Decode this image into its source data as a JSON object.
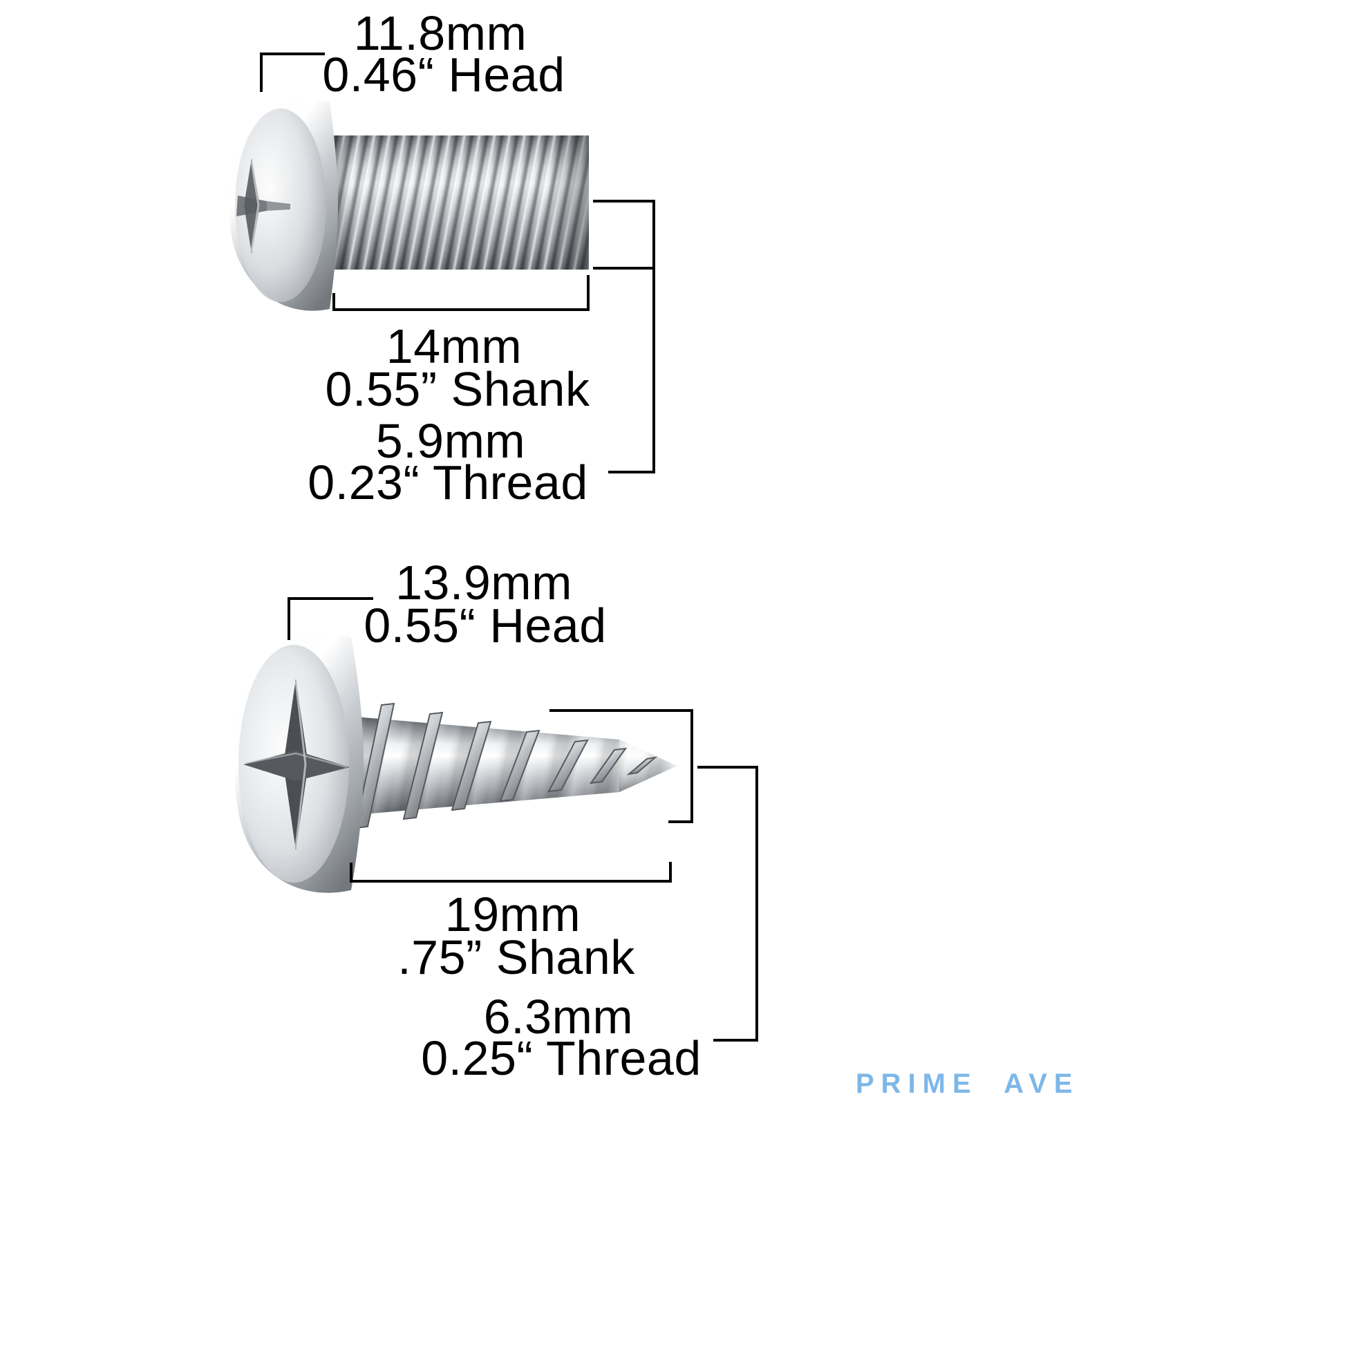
{
  "page": {
    "background_color": "#ffffff",
    "description": "Dimension diagram of two stainless screws"
  },
  "screws": {
    "machine_screw": {
      "name": "pan-head machine screw",
      "head_label": {
        "metric": "11.8mm",
        "imperial": "0.46“ Head"
      },
      "shank_label": {
        "metric": "14mm",
        "imperial": "0.55” Shank"
      },
      "thread_label": {
        "metric": "5.9mm",
        "imperial": "0.23“ Thread"
      }
    },
    "tapping_screw": {
      "name": "pan-head self-tapping screw",
      "head_label": {
        "metric": "13.9mm",
        "imperial": "0.55“ Head"
      },
      "shank_label": {
        "metric": "19mm",
        "imperial": ".75” Shank"
      },
      "thread_label": {
        "metric": "6.3mm",
        "imperial": "0.25“ Thread"
      }
    }
  },
  "branding": {
    "logo_text": "PRIME AVE",
    "logo_color": "#7db7e8"
  },
  "style": {
    "dimension_line_color": "#000000",
    "label_color": "#000000"
  }
}
